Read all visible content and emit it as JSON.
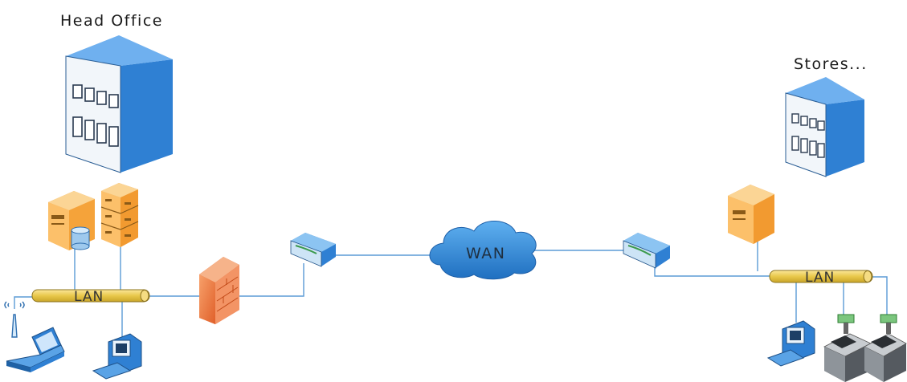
{
  "labels": {
    "head_office": "Head Office",
    "stores": "Stores...",
    "lan_left": "LAN",
    "lan_right": "LAN",
    "wan": "WAN"
  },
  "colors": {
    "link": "#5b9bd5",
    "lan_bus": "#e7c74a",
    "building_blue": "#2f80d3",
    "server_orange": "#f2a23a",
    "firewall": "#f08a50",
    "wan_cloud": "#2f88d8"
  },
  "icons": {
    "head_office_building": "office-building-icon",
    "store_building": "store-building-icon",
    "server": "server-tower-icon",
    "database": "database-icon",
    "server_rack": "server-rack-icon",
    "firewall": "firewall-icon",
    "router": "router-icon",
    "wan_cloud": "cloud-icon",
    "wireless_ap": "wireless-access-point-icon",
    "laptop": "laptop-icon",
    "workstation": "desktop-computer-icon",
    "pos_terminal": "pos-terminal-icon"
  }
}
